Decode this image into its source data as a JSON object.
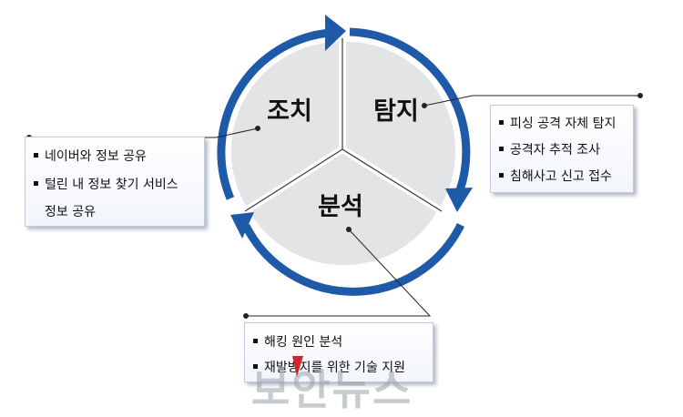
{
  "phases": {
    "detect": "탐지",
    "action": "조치",
    "analysis": "분석"
  },
  "boxes": {
    "detect": {
      "items": [
        "피싱 공격 자체 탐지",
        "공격자 추적 조사",
        "침해사고 신고 접수"
      ]
    },
    "action": {
      "items": [
        "네이버와 정보 공유",
        "털린 내 정보 찾기 서비스",
        "정보 공유"
      ]
    },
    "analysis": {
      "items": [
        "해킹 원인 분석",
        "재발방지를 위한 기술 지원"
      ]
    }
  },
  "watermark": "보안뉴스",
  "colors": {
    "arrow": "#1f5aa8",
    "segment_fill": "#e3e4e6",
    "box_border": "#c3ccdd"
  }
}
